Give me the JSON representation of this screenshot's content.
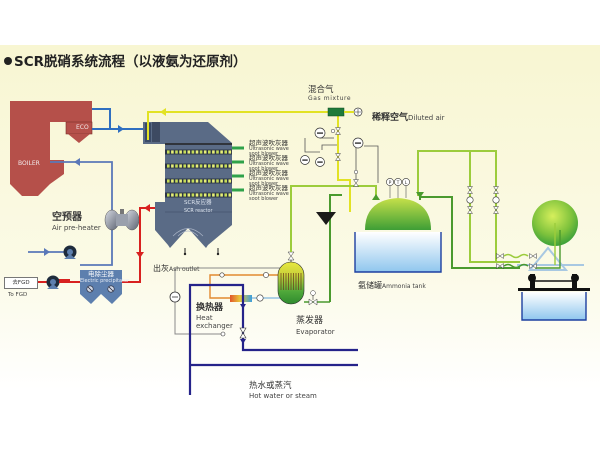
{
  "title": "SCR脱硝系统流程（以液氨为还原剂）",
  "colors": {
    "boiler": "#b5504a",
    "reactor": "#5a6b86",
    "flue_blue": "#2f6fc0",
    "return_blue": "#5a78b8",
    "flue_red": "#d8211f",
    "ammonia_green_light": "#9ccc3c",
    "ammonia_green_dark": "#4a9a2e",
    "gas_yellow": "#e2e224",
    "hot_water_navy": "#25238a",
    "instrument_gray": "#8a8a8a",
    "orange_loop": "#e2892f",
    "background_tint": "#f8f6d2"
  },
  "components": {
    "boiler": {
      "label": "BOILER"
    },
    "economizer": {
      "label": "ECO"
    },
    "scr_reactor": {
      "label_zh": "SCR反应器",
      "label_en": "SCR reactor"
    },
    "soot_blowers": [
      {
        "label_zh": "超声波吹灰器",
        "label_en_1": "Ultrasonic wave",
        "label_en_2": "soot blower"
      },
      {
        "label_zh": "超声波吹灰器",
        "label_en_1": "Ultrasonic wave",
        "label_en_2": "soot blower"
      },
      {
        "label_zh": "超声波吹灰器",
        "label_en_1": "Ultrasonic wave",
        "label_en_2": "soot blower"
      },
      {
        "label_zh": "超声波吹灰器",
        "label_en_1": "Ultrasonic wave",
        "label_en_2": "soot blower"
      }
    ],
    "air_preheater": {
      "label_zh": "空预器",
      "label_en": "Air pre-heater"
    },
    "electric_precipitator": {
      "label_zh": "电除尘器",
      "label_en": "Electric precipitator"
    },
    "fgd": {
      "box_label": "去FGD",
      "label_en": "To FGD"
    },
    "gas_mixture": {
      "label_zh": "混合气",
      "label_en": "Gas mixture"
    },
    "diluted_air": {
      "label_zh": "稀释空气",
      "label_en": "Diluted air"
    },
    "ash_outlet": {
      "label_zh": "出灰",
      "label_en": "Ash outlet"
    },
    "heat_exchanger": {
      "label_zh": "换热器",
      "label_en_1": "Heat",
      "label_en_2": "exchanger"
    },
    "evaporator": {
      "label_zh": "蒸发器",
      "label_en": "Evaporator"
    },
    "ammonia_tank": {
      "label_zh": "氨储罐",
      "label_en": "Ammonia tank"
    },
    "hot_water": {
      "label_zh": "热水或蒸汽",
      "label_en": "Hot water or steam"
    },
    "tank_instruments": [
      "P",
      "T",
      "L"
    ]
  }
}
